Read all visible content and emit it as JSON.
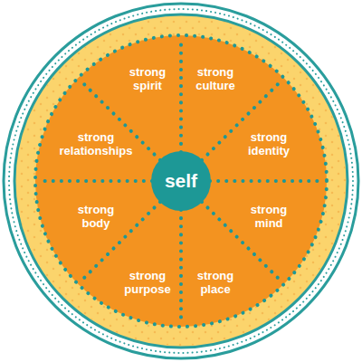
{
  "diagram": {
    "nodes": [
      {
        "text": [
          "strong spirit"
        ]
      },
      {
        "text": [
          "strong culture"
        ]
      },
      {
        "text": [
          "strong relationships"
        ]
      },
      {
        "text": [
          "strong identity"
        ]
      },
      {
        "text": [
          "self"
        ]
      },
      {
        "text": [
          "strong body"
        ]
      },
      {
        "text": [
          "strong mind"
        ]
      },
      {
        "text": [
          "strong purpose"
        ]
      },
      {
        "text": [
          "strong place"
        ]
      }
    ]
  }
}
